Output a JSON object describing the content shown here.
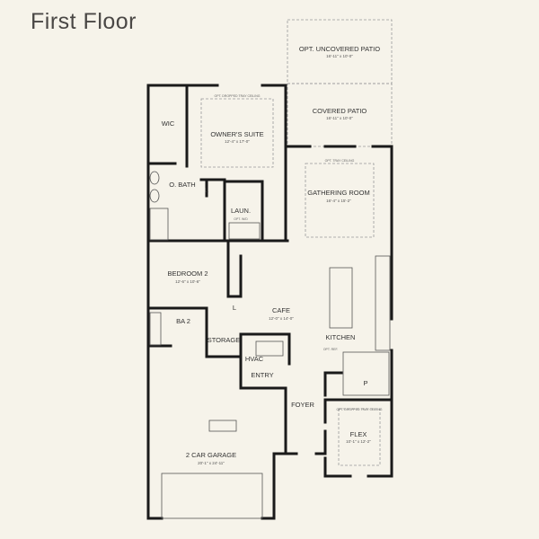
{
  "title": "First Floor",
  "rooms": [
    {
      "name": "OPT. UNCOVERED PATIO",
      "size": "16'-11\" x 10'-0\""
    },
    {
      "name": "COVERED PATIO",
      "size": "16'-11\" x 10'-0\""
    },
    {
      "name": "OWNER'S SUITE",
      "size": "12'-4\" x 17'-0\"",
      "note": "OPT. DROPPED TRAY CEILING"
    },
    {
      "name": "WIC"
    },
    {
      "name": "O. BATH"
    },
    {
      "name": "LAUN.",
      "note": "OPT. W/D"
    },
    {
      "name": "GATHERING ROOM",
      "size": "16'-4\" x 15'-2\"",
      "note": "OPT. TRAY CEILING"
    },
    {
      "name": "BEDROOM 2",
      "size": "12'-6\" x 10'-6\""
    },
    {
      "name": "CAFE",
      "size": "12'-0\" x 14'-0\""
    },
    {
      "name": "BA 2"
    },
    {
      "name": "STORAGE"
    },
    {
      "name": "KITCHEN",
      "note": "OPT. REF."
    },
    {
      "name": "HVAC"
    },
    {
      "name": "ENTRY"
    },
    {
      "name": "P"
    },
    {
      "name": "FOYER"
    },
    {
      "name": "FLEX",
      "size": "10'-1\" x 12'-2\"",
      "note": "OPT. DROPPED TRAY CEILING"
    },
    {
      "name": "2 CAR GARAGE",
      "size": "20'-1\" x 24'-11\""
    }
  ],
  "linen_labels": [
    "L",
    "L"
  ]
}
